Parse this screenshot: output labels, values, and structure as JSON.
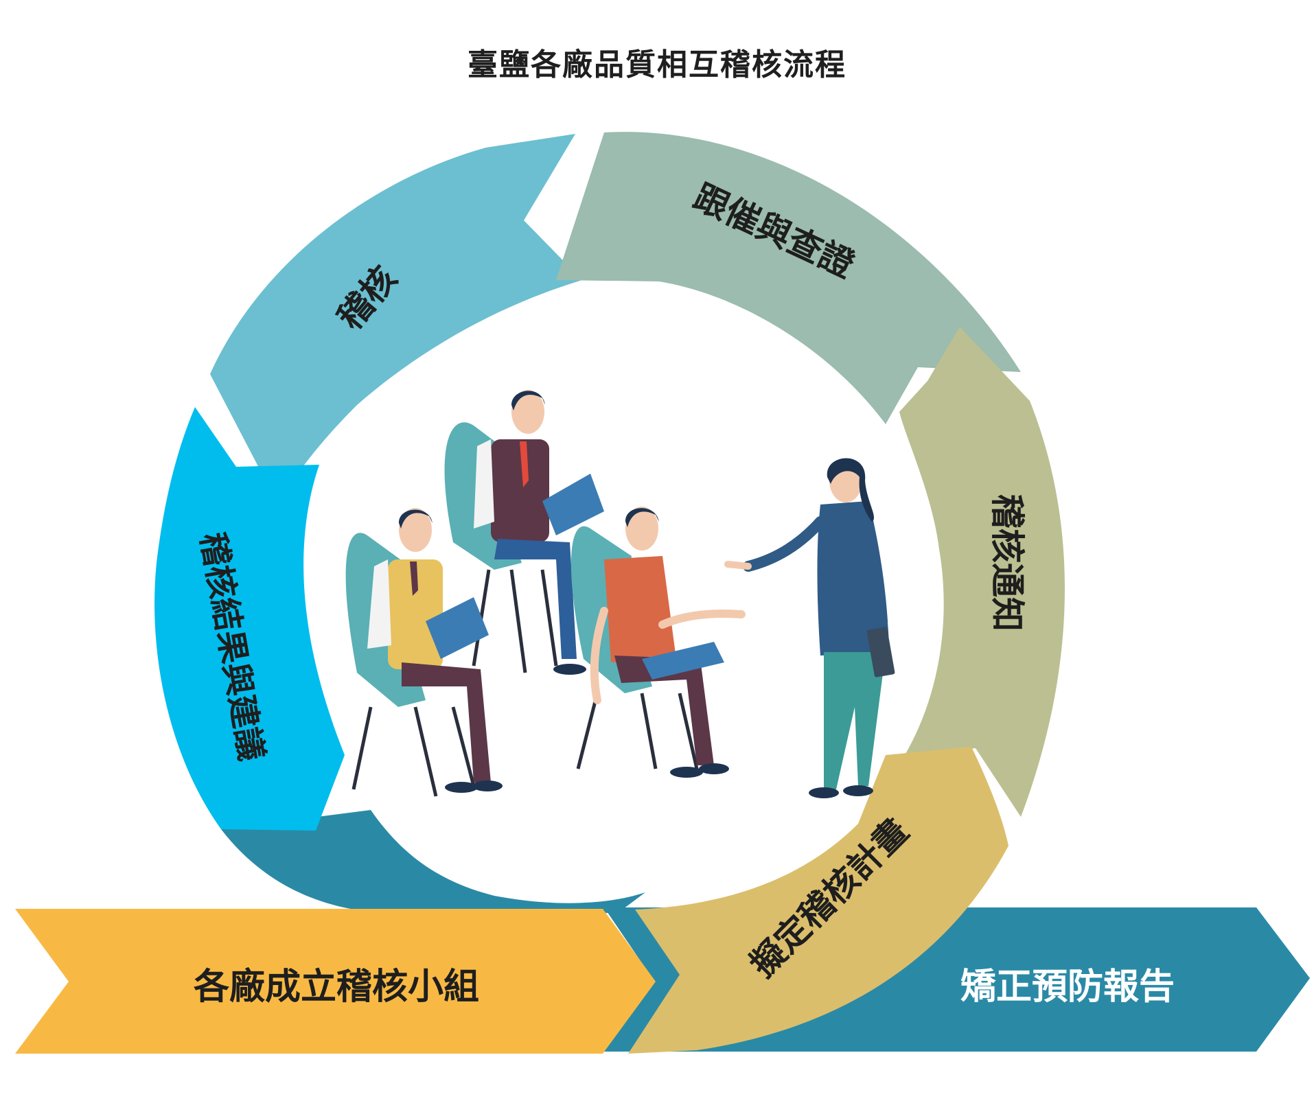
{
  "title": "臺鹽各廠品質相互稽核流程",
  "steps": {
    "audit": "稽核",
    "followup": "跟催與查證",
    "notice": "稽核通知",
    "plan": "擬定稽核計畫",
    "results": "稽核結果與建議",
    "team": "各廠成立稽核小組",
    "report": "矯正預防報告"
  },
  "colors": {
    "audit": "#6bbfd0",
    "followup": "#9bbcae",
    "notice": "#bcbf91",
    "plan": "#dbbe6c",
    "results": "#00bdee",
    "dark_teal": "#2a8aa6",
    "team": "#f8b944",
    "report": "#2a8aa6"
  }
}
